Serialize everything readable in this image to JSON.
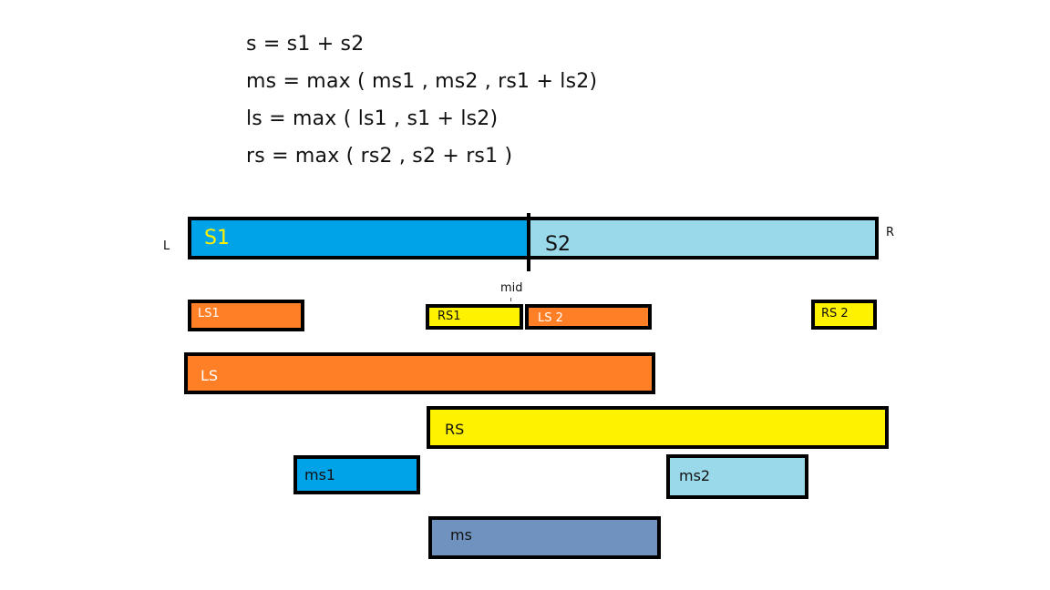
{
  "formulas": [
    "s = s1 + s2",
    "ms = max ( ms1 , ms2 , rs1 + ls2)",
    "ls = max ( ls1 , s1 + ls2)",
    "rs = max ( rs2 , s2 + rs1 )"
  ],
  "endpoints": {
    "left": "L",
    "right": "R",
    "mid": "mid"
  },
  "segments": {
    "s1": "S1",
    "s2": "S2",
    "ls1": "LS1",
    "rs1": "RS1",
    "ls2": "LS 2",
    "rs2": "RS 2",
    "ls": "LS",
    "rs": "RS",
    "ms1": "ms1",
    "ms2": "ms2",
    "ms": "ms"
  },
  "colors": {
    "blue": "#00a2e8",
    "light_blue": "#99d9ea",
    "orange": "#ff7f27",
    "yellow": "#fff200",
    "steel_blue": "#7092be",
    "s1_text": "#fff200",
    "border": "#000000"
  }
}
